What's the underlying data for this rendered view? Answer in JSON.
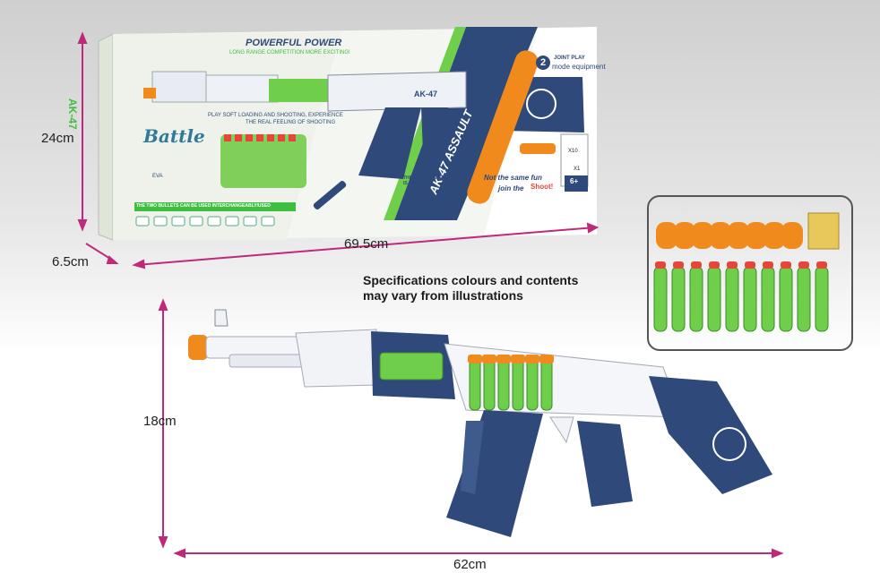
{
  "dimensions": {
    "box_height": "24cm",
    "box_depth": "6.5cm",
    "box_length": "69.5cm",
    "gun_height": "18cm",
    "gun_length": "62cm"
  },
  "notice": {
    "line1": "Specifications colours and contents",
    "line2": "may vary from illustrations"
  },
  "package": {
    "headline": "POWERFUL POWER",
    "subline": "LONG RANGE COMPETITION MORE EXCITING!",
    "brand": "Battle",
    "side_text": "AK-47",
    "model_label": "AK-47",
    "banner": "AK-47 ASSAULT",
    "mode_number": "2",
    "mode_title": "JOINT PLAY",
    "mode_text": "mode equipment",
    "tagline1": "PLAY SOFT LOADING AND SHOOTING, EXPERIENCE",
    "tagline2": "THE REAL FEELING OF SHOOTING",
    "eva_note": "EVA",
    "two_bullets": "THE TWO BULLETS CAN BE USED INTERCHANGEABLY/USED",
    "launch_note": "THE LAUNCH SPEED IS FASTER",
    "slogan1": "Not the same fun",
    "slogan2": "join the",
    "shoot": "Shoot!",
    "count_soft": "X10",
    "count_pack": "X1",
    "age": "6+"
  },
  "colors": {
    "navy": "#2f4a7a",
    "white_body": "#eef1f6",
    "green_dart": "#6fcf4a",
    "orange_tip": "#f08a1c",
    "magenta_dim": "#c0297a",
    "box_green": "#3fbf3f"
  }
}
